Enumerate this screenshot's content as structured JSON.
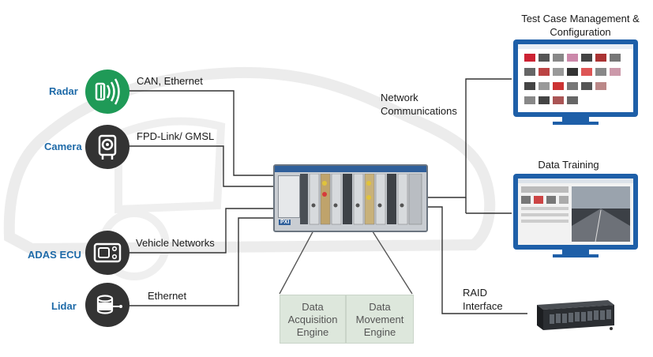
{
  "sensors": [
    {
      "label": "Radar",
      "connection": "CAN, Ethernet",
      "icon": "radar-icon"
    },
    {
      "label": "Camera",
      "connection": "FPD-Link/ GMSL",
      "icon": "camera-icon"
    },
    {
      "label": "ADAS ECU",
      "connection": "Vehicle Networks",
      "icon": "ecu-icon"
    },
    {
      "label": "Lidar",
      "connection": "Ethernet",
      "icon": "lidar-icon"
    }
  ],
  "outputs": {
    "test_case": "Test Case Management & Configuration",
    "network": "Network Communications",
    "data_training": "Data Training",
    "raid": "RAID Interface"
  },
  "engines": {
    "acquisition": "Data Acquisition Engine",
    "movement": "Data Movement Engine"
  },
  "chassis": {
    "badge": "PXI"
  },
  "colors": {
    "green": "#1f9a57",
    "dark": "#333333",
    "monitor_blue": "#1e5fa8",
    "label_blue": "#1e6aa8",
    "engine_bg": "#dde7dc"
  }
}
